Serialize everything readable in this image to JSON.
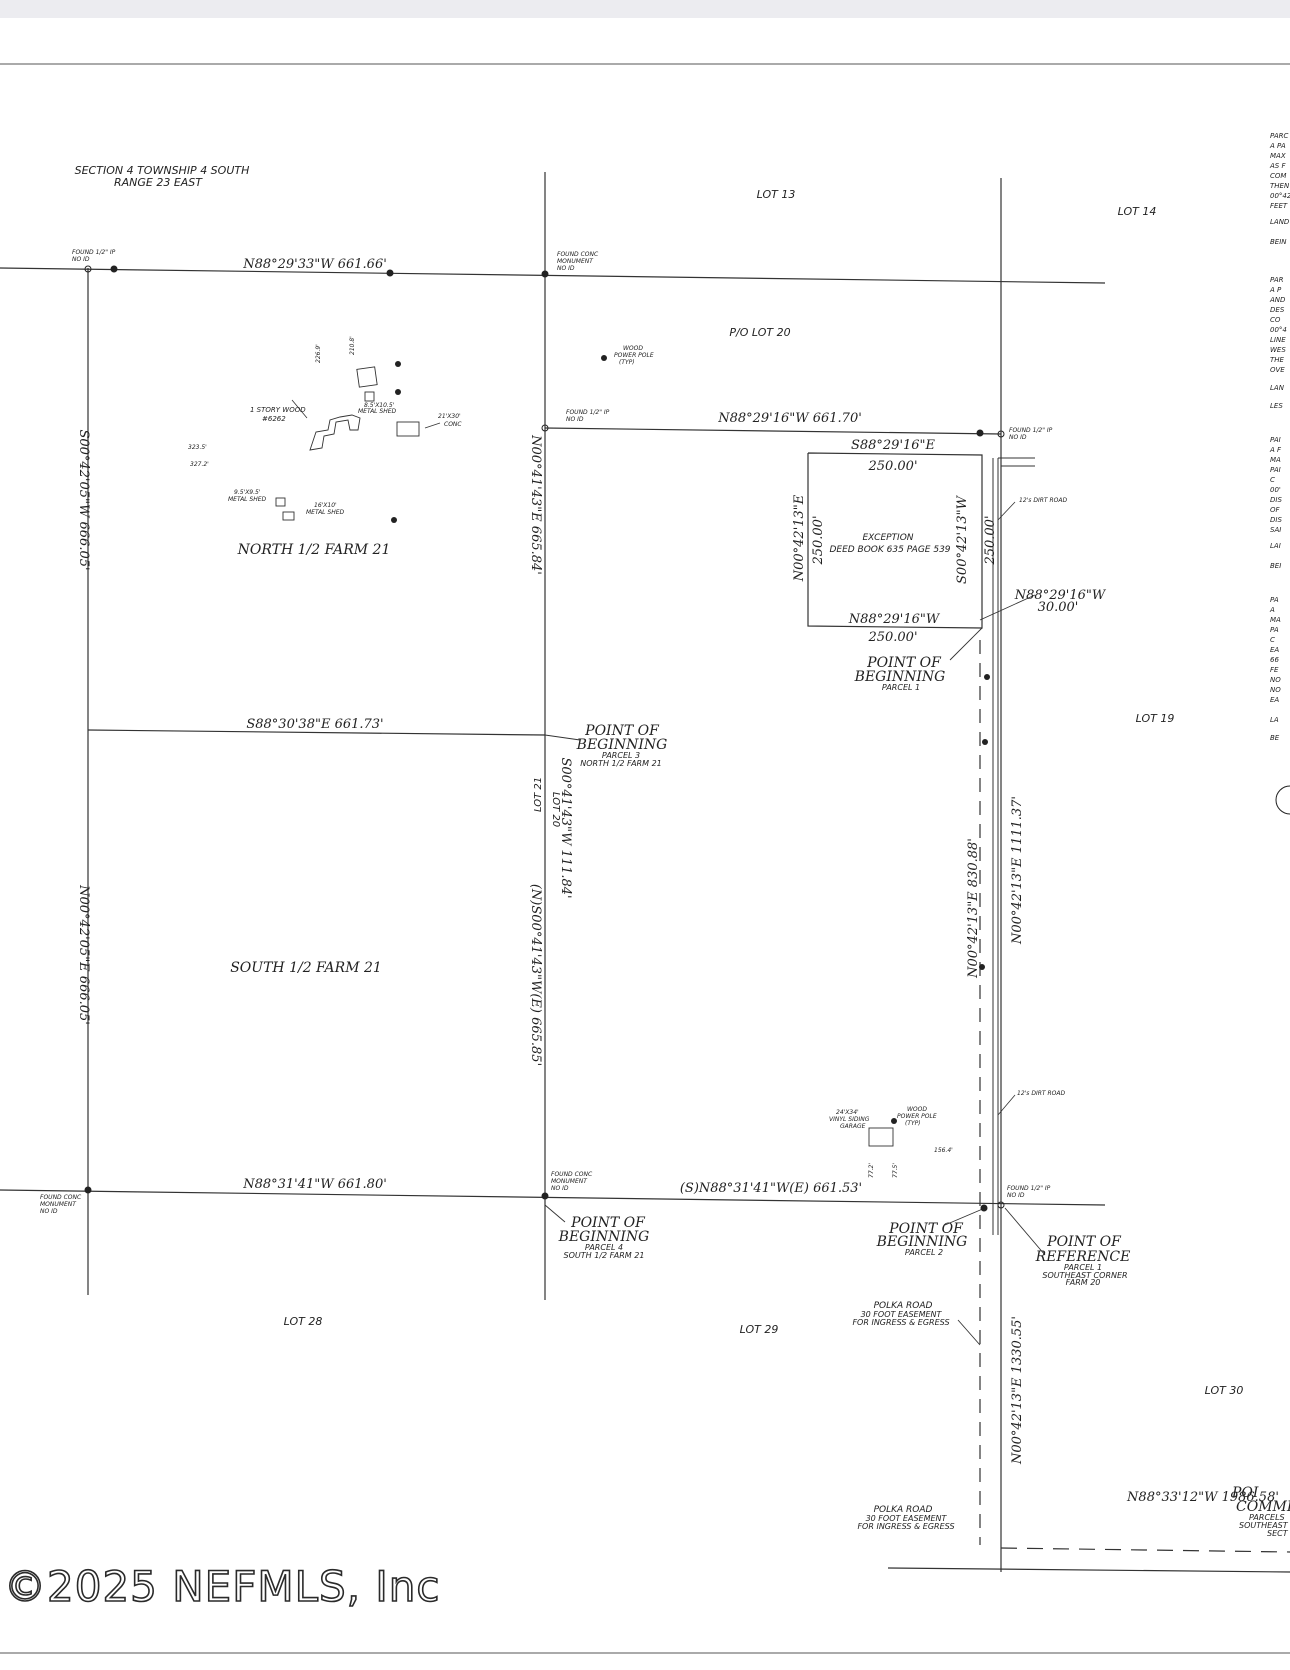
{
  "watermark": "©2025 NEFMLS, Inc",
  "section_header": [
    "SECTION 4 TOWNSHIP 4 SOUTH",
    "RANGE 23 EAST"
  ],
  "lots": {
    "lot13": "LOT 13",
    "lot14": "LOT 14",
    "lot19": "LOT 19",
    "lot20": "P/O LOT 20",
    "lot21": "LOT 21",
    "lot20b": "LOT 20",
    "lot28": "LOT 28",
    "lot29": "LOT 29",
    "lot30": "LOT 30"
  },
  "farms": {
    "north": "NORTH 1/2 FARM 21",
    "south": "SOUTH 1/2 FARM 21"
  },
  "bearings": {
    "top_left": "N88°29'33\"W 661.66'",
    "p20_north": "N88°29'16\"W 661.70'",
    "mid_left": "S88°30'38\"E 661.73'",
    "bottom_left": "N88°31'41\"W 661.80'",
    "bottom_mid": "(S)N88°31'41\"W(E) 661.53'",
    "left_upper": "S00°42'05\"W 666.05'",
    "left_lower": "N00°42'05\"E 666.05'",
    "mid_upper": "N00°41'43\"E 665.84'",
    "mid_lower": "(N)S00°41'43\"W(E) 665.85'",
    "mid_short": "S00°41'43\"W 111.84'",
    "exc_top": "S88°29'16\"E",
    "exc_top_len": "250.00'",
    "exc_left": "N00°42'13\"E",
    "exc_left_len": "250.00'",
    "exc_right": "S00°42'13\"W",
    "exc_right_len": "250.00'",
    "exc_bottom": "N88°29'16\"W",
    "exc_bottom_len": "250.00'",
    "pob1_bearing": "N88°29'16\"W",
    "pob1_len": "30.00'",
    "east_long": "N00°42'13\"E 1111.37'",
    "east_mid": "N00°42'13\"E 830.88'",
    "east_south": "N00°42'13\"E 1330.55'",
    "bottom_long": "N88°33'12\"W 1986.58'"
  },
  "exception": [
    "EXCEPTION",
    "DEED BOOK 635 PAGE 539"
  ],
  "pob": {
    "p1": [
      "POINT OF",
      "BEGINNING",
      "PARCEL 1"
    ],
    "p2": [
      "POINT OF",
      "BEGINNING",
      "PARCEL 2"
    ],
    "p3": [
      "POINT OF",
      "BEGINNING",
      "PARCEL 3",
      "NORTH 1/2 FARM 21"
    ],
    "p4": [
      "POINT OF",
      "BEGINNING",
      "PARCEL 4",
      "SOUTH 1/2 FARM 21"
    ],
    "ref": [
      "POINT OF",
      "REFERENCE",
      "PARCEL 1",
      "SOUTHEAST CORNER",
      "FARM 20"
    ],
    "comm": [
      "POI",
      "COMME",
      "PARCELS",
      "SOUTHEAST",
      "SECT"
    ]
  },
  "road": [
    "POLKA ROAD",
    "30 FOOT EASEMENT",
    "FOR INGRESS & EGRESS"
  ],
  "small_notes": {
    "found_ip": [
      "FOUND 1/2\" IP",
      "NO ID"
    ],
    "found_conc": [
      "FOUND CONC",
      "MONUMENT",
      "NO ID"
    ],
    "power_pole": [
      "WOOD",
      "POWER POLE",
      "(TYP)"
    ],
    "dirt_road": "12's DIRT ROAD",
    "house": [
      "1 STORY WOOD",
      "#6262"
    ],
    "conc": [
      "21'X30'",
      "CONC"
    ],
    "metal_shed_a": [
      "8.5'X10.5'",
      "METAL SHED"
    ],
    "metal_shed_b": [
      "9.5'X9.5'",
      "METAL SHED"
    ],
    "metal_shed_c": [
      "16'X10'",
      "METAL SHED"
    ],
    "garage": [
      "24'X34'",
      "VINYL SIDING",
      "GARAGE"
    ],
    "dims": [
      "226.9'",
      "210.8'",
      "323.5'",
      "327.2'",
      "156.4'",
      "77.2'",
      "77.5'"
    ]
  },
  "right_margin_text": [
    "PARC",
    "A PA",
    "MAX",
    "AS F",
    "COM",
    "THEN",
    "00°42",
    "FEET",
    "LAND",
    "BEIN",
    "PAR",
    "A P",
    "AND",
    "DES",
    "CO",
    "00°4",
    "LINE",
    "WES",
    "THE",
    "OVE",
    "LAN",
    "LES",
    "PAI",
    "A F",
    "MA",
    "PAI",
    "C",
    "00'",
    "DIS",
    "OF",
    "DIS",
    "SAI",
    "LAI",
    "BEI",
    "PA",
    "A",
    "MA",
    "PA",
    "C",
    "EA",
    "66",
    "FE",
    "NO",
    "NO",
    "EA",
    "LA",
    "BE"
  ]
}
